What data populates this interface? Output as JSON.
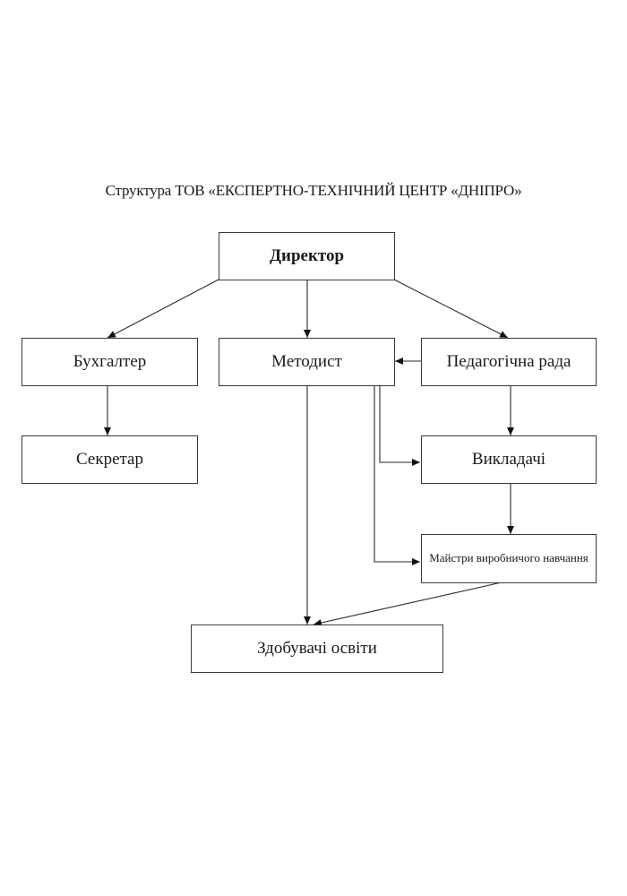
{
  "title": "Структура ТОВ «ЕКСПЕРТНО-ТЕХНІЧНИЙ ЦЕНТР «ДНІПРО»",
  "nodes": {
    "director": "Директор",
    "accountant": "Бухгалтер",
    "methodist": "Методист",
    "ped_council": "Педагогічна рада",
    "secretary": "Секретар",
    "teachers": "Викладачі",
    "masters": "Майстри виробничого навчання",
    "students": "Здобувачі освіти"
  },
  "edges": [
    {
      "from": "director",
      "to": "accountant"
    },
    {
      "from": "director",
      "to": "methodist"
    },
    {
      "from": "director",
      "to": "ped_council"
    },
    {
      "from": "ped_council",
      "to": "methodist"
    },
    {
      "from": "accountant",
      "to": "secretary"
    },
    {
      "from": "ped_council",
      "to": "teachers"
    },
    {
      "from": "methodist",
      "to": "teachers"
    },
    {
      "from": "teachers",
      "to": "masters"
    },
    {
      "from": "methodist",
      "to": "masters"
    },
    {
      "from": "methodist",
      "to": "students"
    },
    {
      "from": "masters",
      "to": "students"
    }
  ]
}
